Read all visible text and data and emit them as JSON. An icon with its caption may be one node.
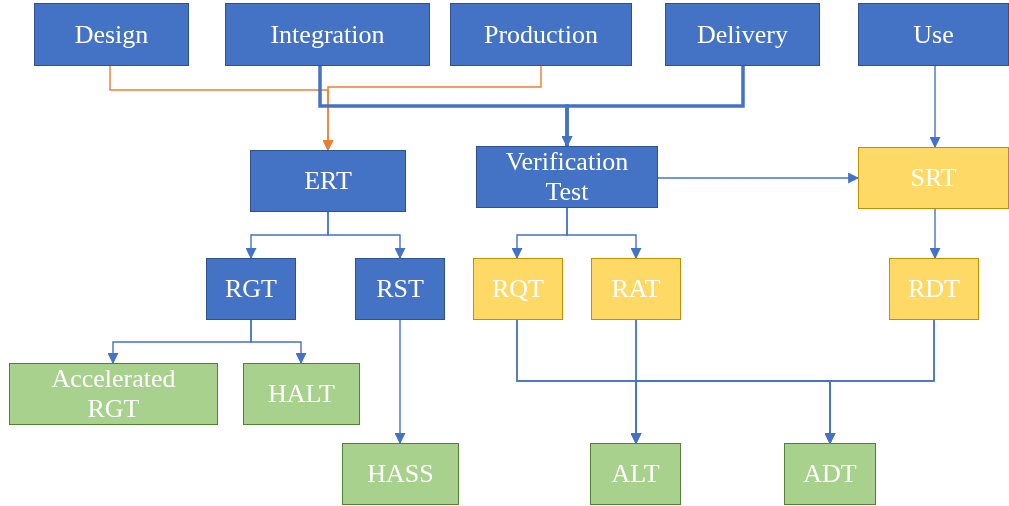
{
  "diagram": {
    "nodes": [
      {
        "text": [
          "Design"
        ]
      },
      {
        "text": [
          "Integration"
        ]
      },
      {
        "text": [
          "Production"
        ]
      },
      {
        "text": [
          "Delivery"
        ]
      },
      {
        "text": [
          "Use"
        ]
      },
      {
        "text": [
          "ERT"
        ]
      },
      {
        "text": [
          "Verification Test"
        ]
      },
      {
        "text": [
          "SRT"
        ]
      },
      {
        "text": [
          "RGT"
        ]
      },
      {
        "text": [
          "RST"
        ]
      },
      {
        "text": [
          "RQT"
        ]
      },
      {
        "text": [
          "RAT"
        ]
      },
      {
        "text": [
          "RDT"
        ]
      },
      {
        "text": [
          "Accelerated RGT"
        ]
      },
      {
        "text": [
          "HALT"
        ]
      },
      {
        "text": [
          "HASS"
        ]
      },
      {
        "text": [
          "ALT"
        ]
      },
      {
        "text": [
          "ADT"
        ]
      }
    ],
    "edges": [
      {
        "from": 0,
        "to": 5,
        "arrow": "to",
        "color": "#ed7d31"
      },
      {
        "from": 2,
        "to": 5,
        "arrow": "to",
        "color": "#ed7d31"
      },
      {
        "from": 1,
        "to": 6,
        "arrow": "to",
        "style": "thick"
      },
      {
        "from": 3,
        "to": 6,
        "arrow": "to",
        "style": "thick"
      },
      {
        "from": 4,
        "to": 7,
        "arrow": "to"
      },
      {
        "from": 6,
        "to": 7,
        "arrow": "to"
      },
      {
        "from": 5,
        "to": 8,
        "arrow": "to"
      },
      {
        "from": 5,
        "to": 9,
        "arrow": "to"
      },
      {
        "from": 6,
        "to": 10,
        "arrow": "to"
      },
      {
        "from": 6,
        "to": 11,
        "arrow": "to"
      },
      {
        "from": 7,
        "to": 12,
        "arrow": "to"
      },
      {
        "from": 8,
        "to": 13,
        "arrow": "to"
      },
      {
        "from": 8,
        "to": 14,
        "arrow": "to"
      },
      {
        "from": 9,
        "to": 15,
        "arrow": "to"
      },
      {
        "from": 10,
        "to": 16,
        "arrow": "to"
      },
      {
        "from": 10,
        "to": 17,
        "arrow": "to"
      },
      {
        "from": 11,
        "to": 16,
        "arrow": "to"
      },
      {
        "from": 11,
        "to": 17,
        "arrow": "to"
      },
      {
        "from": 12,
        "to": 16,
        "arrow": "to"
      },
      {
        "from": 12,
        "to": 17,
        "arrow": "to"
      }
    ]
  }
}
